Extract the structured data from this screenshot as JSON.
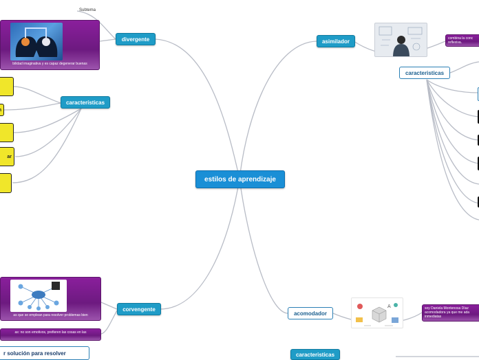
{
  "mindmap": {
    "center": {
      "label": "estilos de aprendizaje"
    },
    "divergente": {
      "label": "divergente"
    },
    "subtema": {
      "label": "Subtema"
    },
    "divergente_note": {
      "text": "bilidad imaginativa y es capaz degenerar buenas"
    },
    "div_caracteristicas": {
      "label": "características"
    },
    "yellow_items": [
      "",
      "n",
      "",
      "ar",
      ""
    ],
    "asimilador": {
      "label": "asimilador"
    },
    "asimilador_note": {
      "text": "combina la conc reflexiva."
    },
    "asim_caracteristicas": {
      "label": "caracteristicas"
    },
    "convengente": {
      "label": "corvengente"
    },
    "conv_note1": {
      "text": "as que se emplean para resolver problemas bien"
    },
    "conv_note2": {
      "text": "as: no son emotivos, prefieren las cosas en las"
    },
    "conv_solution": {
      "label": "r solución para resolver"
    },
    "acomodador": {
      "label": "acomodador"
    },
    "acom_note": {
      "text": "soy Daniela Montenosa Díaz acomodadora ya que me ada inmediatas"
    },
    "acom_caracteristicas": {
      "label": "caracteristicas"
    }
  },
  "colors": {
    "teal": "#1f9cc7",
    "center": "#1a8fd6",
    "purple": "#7b1c8f",
    "yellow": "#f0e62a",
    "link": "#b8bcc6"
  }
}
